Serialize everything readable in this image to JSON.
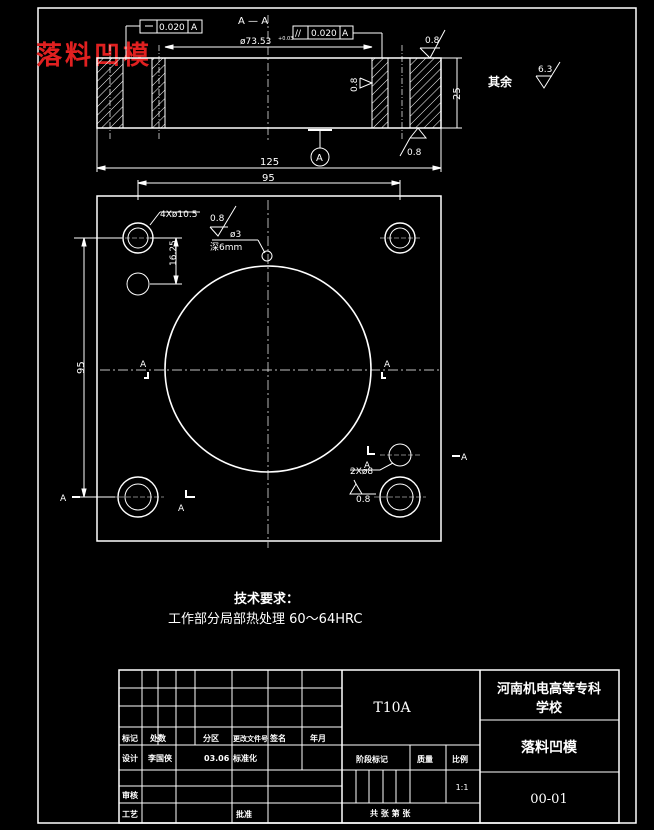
{
  "stamp": "落料凹模",
  "section": {
    "title": "A — A",
    "dia": "ø73.53",
    "dia_sup": "+0.03",
    "flat_tol": "0.020",
    "flat_datum": "A",
    "par_symbol": "//",
    "par_tol": "0.020",
    "par_datum": "A",
    "rough_a": "0.8",
    "rough_b": "0.8",
    "rough_c": "0.8",
    "thickness": "25",
    "width": "125",
    "datum": "A"
  },
  "remaining": {
    "label": "其余",
    "value": "6.3"
  },
  "plan": {
    "dim_95_h": "95",
    "dim_95_v": "95",
    "holes": "4Xø10.5",
    "hole_rough": "0.8",
    "pin_dia": "ø3",
    "pin_depth": "深6mm",
    "dim_1625": "16.25",
    "pins": "2Xø8",
    "pin_rough": "0.8",
    "a1": "A",
    "a2": "A",
    "a3": "A",
    "a4": "A",
    "a5": "A",
    "a6": "A"
  },
  "tech": {
    "title": "技术要求：",
    "text": "工作部分局部热处理 60～64HRC"
  },
  "title_block": {
    "material": "T10A",
    "school_1": "河南机电高等专科",
    "school_2": "学校",
    "part_name": "落料凹模",
    "drawing_no": "00-01",
    "scale": "1:1",
    "h_mark": "标记",
    "h_count": "处数",
    "h_zone": "分区",
    "h_doc": "更改文件号",
    "h_sign": "签名",
    "h_date": "年月",
    "r_design": "设计",
    "r_designer": "李国侠",
    "r_date": "03.06",
    "r_std": "标准化",
    "c_stage": "阶段标记",
    "c_weight": "质量",
    "c_scale": "比例",
    "r_review": "审核",
    "r_process": "工艺",
    "r_approve": "批准",
    "sheets": "共   张   第   张"
  }
}
